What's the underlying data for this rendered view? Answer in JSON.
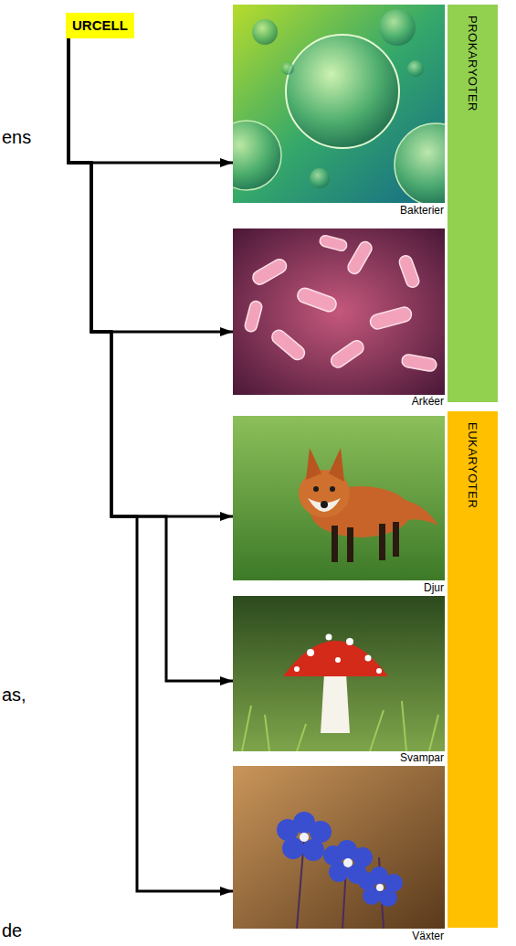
{
  "diagram": {
    "nodes": [
      {
        "text": [
          "URCELL"
        ]
      },
      {
        "text": [
          "Bakterier"
        ]
      },
      {
        "text": [
          "Arkéer"
        ]
      },
      {
        "text": [
          "Djur"
        ]
      },
      {
        "text": [
          "Svampar"
        ]
      },
      {
        "text": [
          "Växter"
        ]
      },
      {
        "text": [
          "PROKARYOTER"
        ]
      },
      {
        "text": [
          "EUKARYOTER"
        ]
      }
    ],
    "edges": [
      {
        "from": 0,
        "to": 1,
        "arrow": "to"
      },
      {
        "from": 0,
        "to": 2,
        "arrow": "to"
      },
      {
        "from": 0,
        "to": 3,
        "arrow": "to"
      },
      {
        "from": 0,
        "to": 4,
        "arrow": "to"
      },
      {
        "from": 0,
        "to": 5,
        "arrow": "to"
      }
    ],
    "labels": [
      "ens",
      "as,",
      "de"
    ]
  }
}
